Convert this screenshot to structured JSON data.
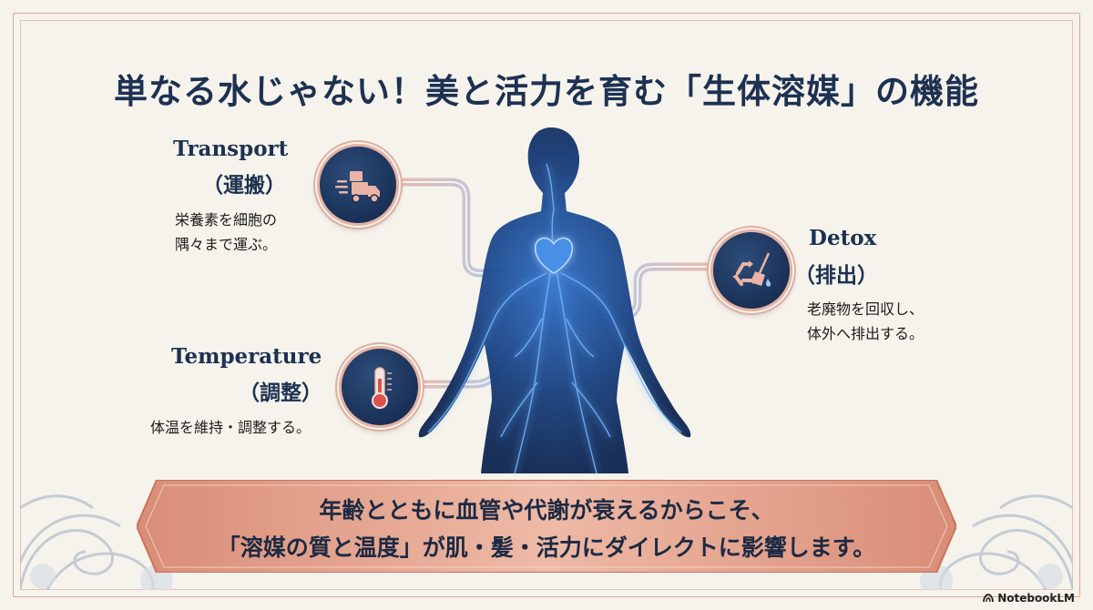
{
  "title": "単なる水じゃない！美と活力を育む「生体溶媒」の機能",
  "functions": {
    "transport": {
      "label_en": "Transport",
      "label_jp": "（運搬）",
      "desc_line1": "栄養素を細胞の",
      "desc_line2": "隅々まで運ぶ。",
      "icon": "delivery-truck-icon"
    },
    "temperature": {
      "label_en": "Temperature",
      "label_jp": "（調整）",
      "desc_line1": "体温を維持・調整する。",
      "icon": "thermometer-icon"
    },
    "detox": {
      "label_en": "Detox",
      "label_jp": "（排出）",
      "desc_line1": "老廃物を回収し、",
      "desc_line2": "体外へ排出する。",
      "icon": "recycle-broom-icon"
    }
  },
  "banner": {
    "line1": "年齢とともに血管や代謝が衰えるからこそ、",
    "line2": "「溶媒の質と温度」が肌・髪・活力にダイレクトに影響します。"
  },
  "brand": "NotebookLM",
  "colors": {
    "navy": "#1d3152",
    "accent_peach": "#e4a896",
    "glow_blue": "#5fa8ff",
    "background": "#f6f3ec"
  }
}
